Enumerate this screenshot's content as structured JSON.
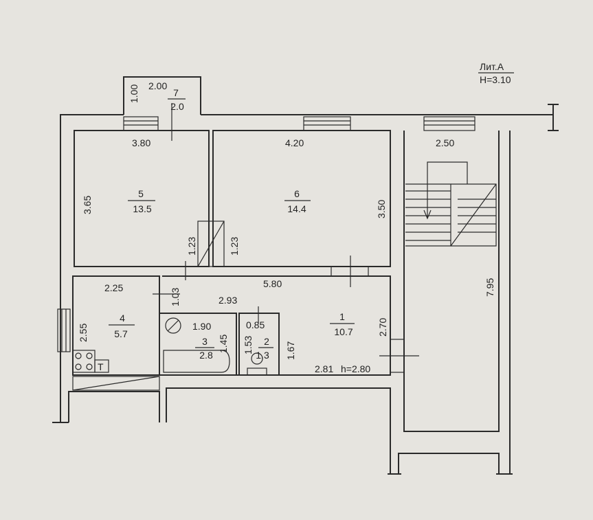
{
  "header": {
    "liter": "Лит.А",
    "height": "H=3.10"
  },
  "rooms": [
    {
      "id": "7",
      "num": "7",
      "area": "2.0"
    },
    {
      "id": "5",
      "num": "5",
      "area": "13.5"
    },
    {
      "id": "6",
      "num": "6",
      "area": "14.4"
    },
    {
      "id": "4",
      "num": "4",
      "area": "5.7"
    },
    {
      "id": "3",
      "num": "3",
      "area": "2.8"
    },
    {
      "id": "2",
      "num": "2",
      "area": "1.3"
    },
    {
      "id": "1",
      "num": "1",
      "area": "10.7"
    }
  ],
  "dims": {
    "r7_w": "2.00",
    "r7_h": "1.00",
    "r5_w": "3.80",
    "r5_h": "3.65",
    "r6_w": "4.20",
    "r6_h": "3.50",
    "stair_w": "2.50",
    "stair_h": "7.95",
    "corr_w": "1.23",
    "corr_h": "1.23",
    "r4_w": "2.25",
    "r4_h": "2.55",
    "r4_door": "1.03",
    "r1_top": "5.80",
    "r1_mid": "2.93",
    "r1_h": "2.70",
    "r1_bottom": "2.81",
    "ceiling": "h=2.80",
    "r3_w": "1.90",
    "r3_h": "1.45",
    "r2_w": "0.85",
    "r2_h": "1.53",
    "wc_h": "1.67"
  }
}
